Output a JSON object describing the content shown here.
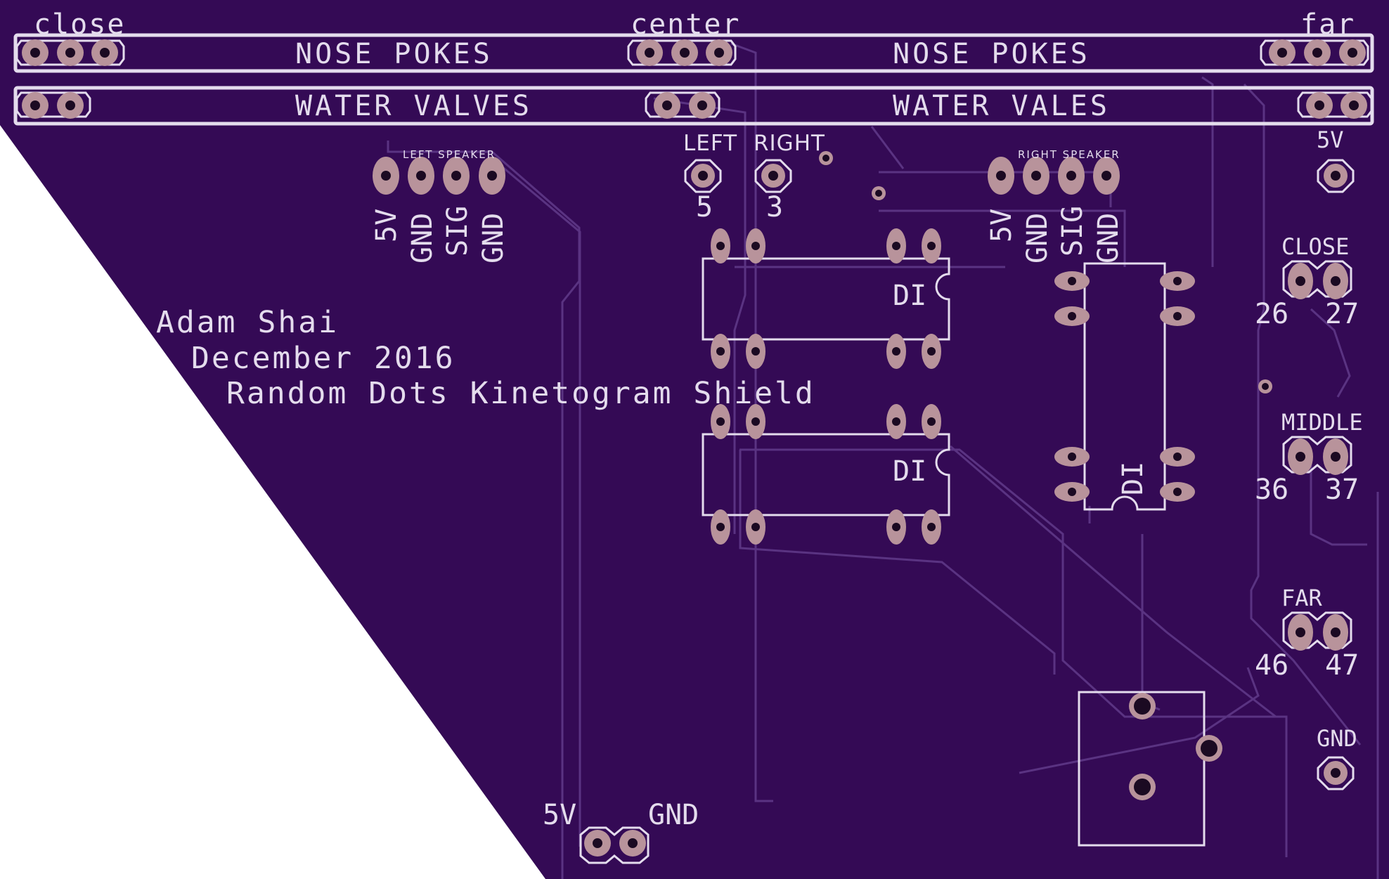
{
  "colors": {
    "board": "#340a55",
    "background": "#ffffff",
    "silkscreen": "#e4dced",
    "trace": "#5a3382",
    "pad": "#b8939b",
    "drill": "#1b0a22"
  },
  "headers": {
    "nose_pokes_left": "NOSE POKES",
    "nose_pokes_right": "NOSE POKES",
    "water_valves_left": "WATER VALVES",
    "water_valves_right": "WATER VALES",
    "close": "close",
    "center": "center",
    "far": "far"
  },
  "left_speaker": {
    "title": "LEFT SPEAKER",
    "pins": [
      "5V",
      "GND",
      "SIG",
      "GND"
    ]
  },
  "right_speaker": {
    "title": "RIGHT SPEAKER",
    "pins": [
      "5V",
      "GND",
      "SIG",
      "GND"
    ]
  },
  "direction_pins": {
    "left_label": "LEFT",
    "left_num": "5",
    "right_label": "RIGHT",
    "right_num": "3"
  },
  "right_edge": {
    "v5": "5V",
    "close": "CLOSE",
    "close_nums": [
      "26",
      "27"
    ],
    "middle": "MIDDLE",
    "middle_nums": [
      "36",
      "37"
    ],
    "far": "FAR",
    "far_nums": [
      "46",
      "47"
    ],
    "gnd": "GND"
  },
  "power": {
    "v5": "5V",
    "gnd": "GND"
  },
  "chips": {
    "dip_label": "DI"
  },
  "credits": {
    "author": "Adam Shai",
    "date": "December 2016",
    "project": "Random Dots Kinetogram Shield"
  }
}
